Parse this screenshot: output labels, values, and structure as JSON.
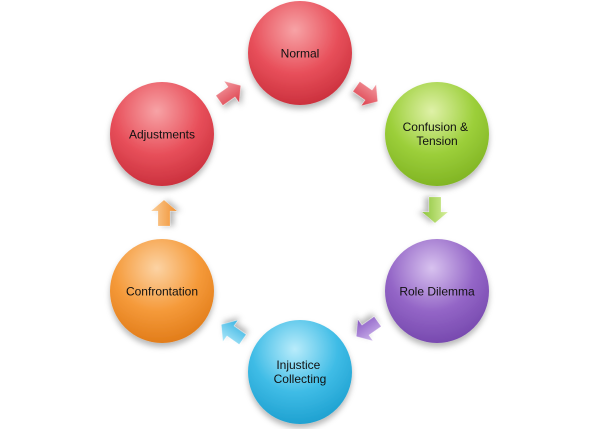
{
  "diagram": {
    "nodes": [
      {
        "id": "normal",
        "label_lines": [
          "Normal"
        ],
        "color": "#e8505b"
      },
      {
        "id": "confusion",
        "label_lines": [
          "Confusion &",
          "Tension"
        ],
        "color": "#9ccf3a"
      },
      {
        "id": "role",
        "label_lines": [
          "Role Dilemma"
        ],
        "color": "#9466c7"
      },
      {
        "id": "injustice",
        "label_lines": [
          "Injustice",
          "Collecting"
        ],
        "color": "#3fbce6"
      },
      {
        "id": "confrontation",
        "label_lines": [
          "Confrontation"
        ],
        "color": "#f59a3a"
      },
      {
        "id": "adjustments",
        "label_lines": [
          "Adjustments"
        ],
        "color": "#e8505b"
      }
    ]
  }
}
